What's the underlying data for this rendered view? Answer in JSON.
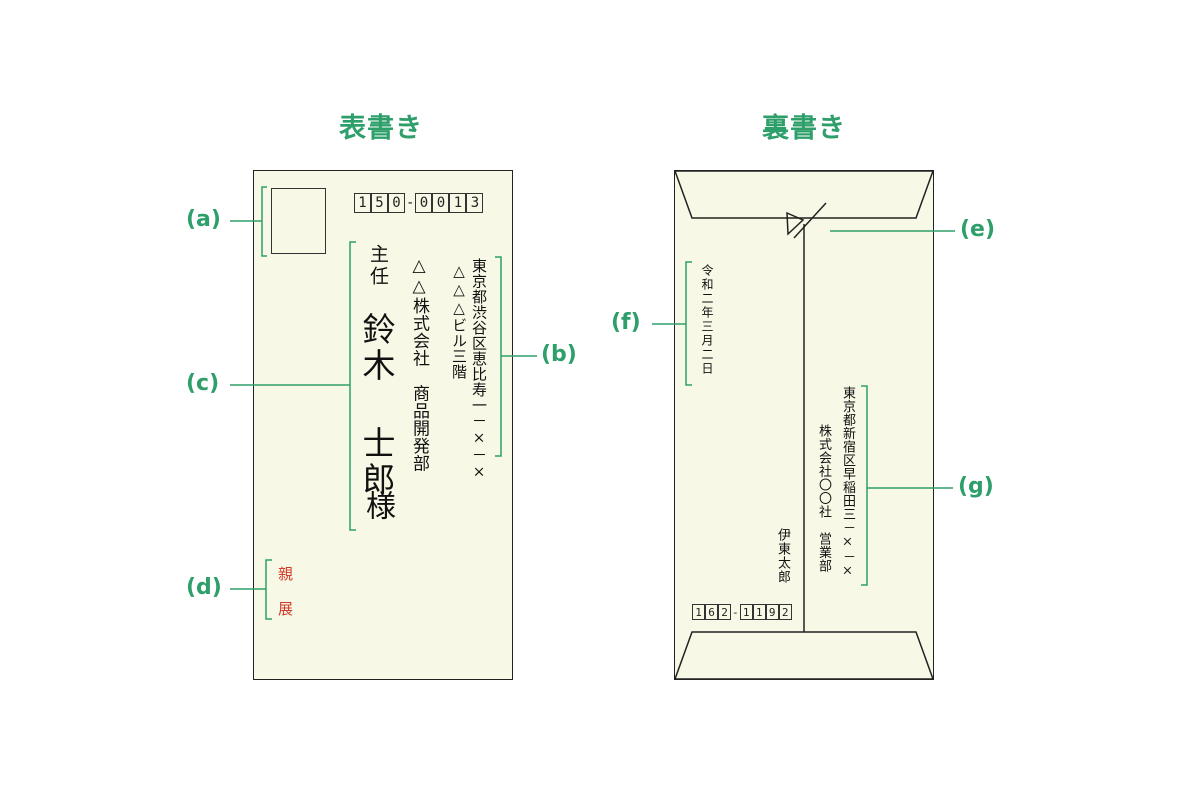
{
  "front": {
    "title": "表書き",
    "postal_code": [
      "1",
      "5",
      "0",
      "-",
      "0",
      "0",
      "1",
      "3"
    ],
    "address_line1": "東京都渋谷区恵比寿一－×－×",
    "address_line2": "△△△ビル三階",
    "company": "△△株式会社　商品開発部",
    "position": "主任",
    "name": "鈴木 士郎",
    "honorific": "様",
    "confidential": [
      "親",
      "展"
    ]
  },
  "back": {
    "title": "裏書き",
    "date": "令和二年三月二日",
    "sender_address": "東京都新宿区早稲田三－×－×",
    "sender_company": "株式会社〇〇社　営業部",
    "sender_name": "伊東太郎",
    "postal_code": [
      "1",
      "6",
      "2",
      "-",
      "1",
      "1",
      "9",
      "2"
    ]
  },
  "labels": {
    "a": "(a)",
    "b": "(b)",
    "c": "(c)",
    "d": "(d)",
    "e": "(e)",
    "f": "(f)",
    "g": "(g)"
  },
  "colors": {
    "accent": "#2e9f6a",
    "envelope": "#f8f8e6",
    "confidential": "#d23a2a"
  }
}
